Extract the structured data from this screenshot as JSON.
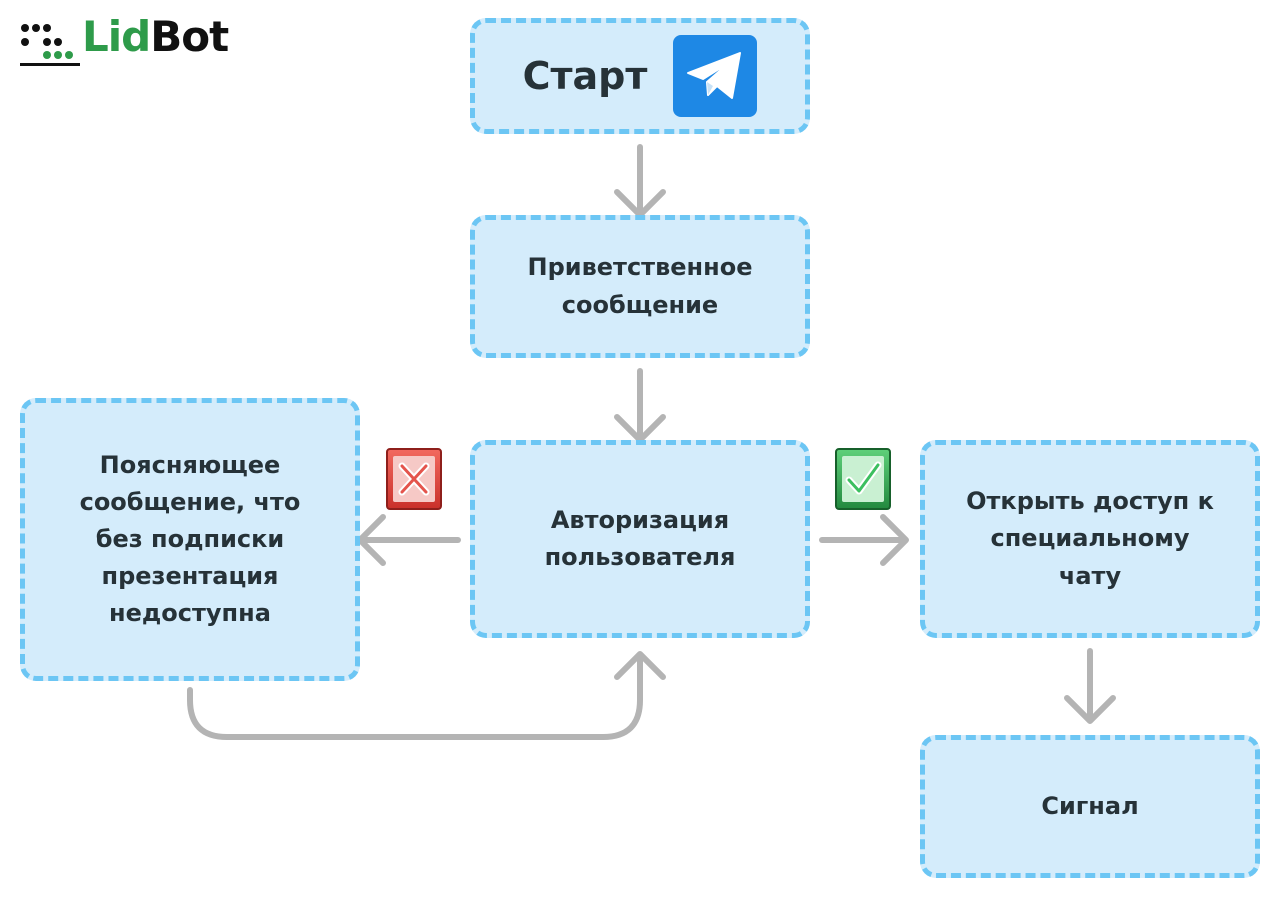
{
  "logo": {
    "part1": "Lid",
    "part2": "Bot"
  },
  "nodes": {
    "start": "Старт",
    "welcome": "Приветственное\nсообщение",
    "auth": "Авторизация\nпользователя",
    "explain": "Поясняющее\nсообщение,  что\nбез  подписки\nпрезентация\nнедоступна",
    "access": "Открыть  доступ  к\nспециальному\nчату",
    "signal": "Сигнал"
  },
  "icons": {
    "start": "telegram-icon",
    "rejected": "red-cross-icon",
    "approved": "green-check-icon"
  },
  "colors": {
    "box_fill": "#d4ecfb",
    "box_border": "#6cc6f4",
    "arrow": "#b4b4b4",
    "telegram": "#1e88e5",
    "reject": "#d93a34",
    "approve": "#2fae52",
    "logo_green": "#2e9b4a"
  }
}
